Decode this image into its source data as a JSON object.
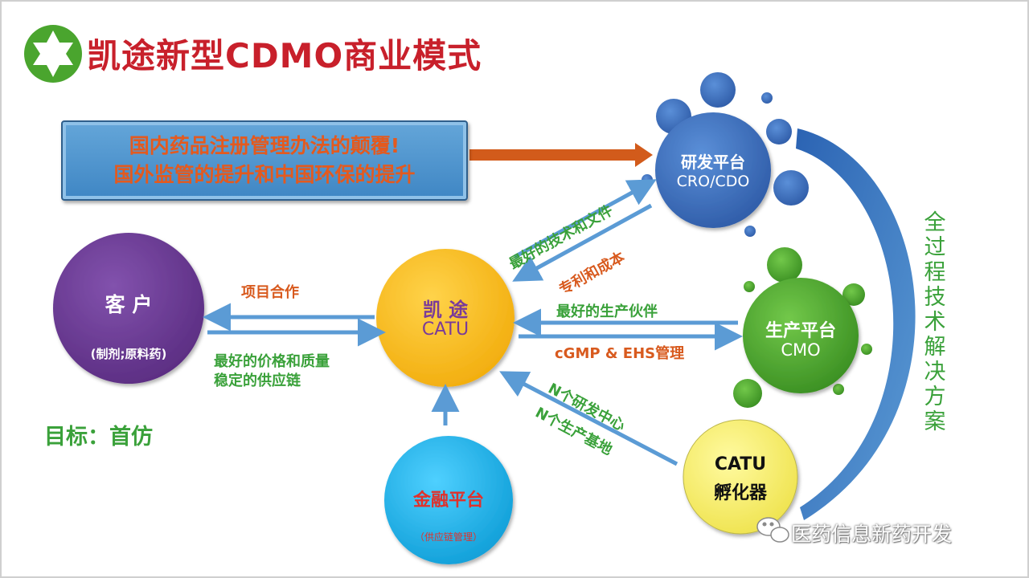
{
  "title": "凯途新型CDMO商业模式",
  "banner": {
    "line1": "国内药品注册管理办法的颠覆!",
    "line2": "国外监管的提升和中国环保的提升"
  },
  "nodes": {
    "customer": {
      "name": "客 户",
      "sub": "(制剂;原料药)"
    },
    "catu": {
      "name": "凯 途",
      "sub": "CATU"
    },
    "rd": {
      "name": "研发平台",
      "sub": "CRO/CDO"
    },
    "production": {
      "name": "生产平台",
      "sub": "CMO"
    },
    "incubator": {
      "name": "CATU",
      "sub": "孵化器"
    },
    "finance": {
      "name": "金融平台",
      "sub": "（供应链管理）"
    }
  },
  "labels": {
    "project_coop": "项目合作",
    "best_price_1": "最好的价格和质量",
    "best_price_2": "稳定的供应链",
    "best_tech": "最好的技术和文件",
    "patent_cost": "专利和成本",
    "best_partner": "最好的生产伙伴",
    "cgmp": "cGMP & EHS管理",
    "n_rd": "N个研发中心",
    "n_prod": "N个生产基地"
  },
  "vertical_text": "全过程技术解决方案",
  "goal": "目标：首仿",
  "watermark": "医药信息新药开发",
  "colors": {
    "title": "#c8202b",
    "banner": "#4a90d0",
    "banner_text": "#e35a1f",
    "customer": "#6a3a92",
    "catu": "#f6bd16",
    "rd": "#3d70c0",
    "production": "#4aa52e",
    "incubator": "#f5ef6a",
    "finance": "#1eb2e8",
    "arrow_blue": "#5b9bd5",
    "arrow_orange": "#d25b1b",
    "green_text": "#3aa13a",
    "orange_text": "#d85a1e"
  }
}
